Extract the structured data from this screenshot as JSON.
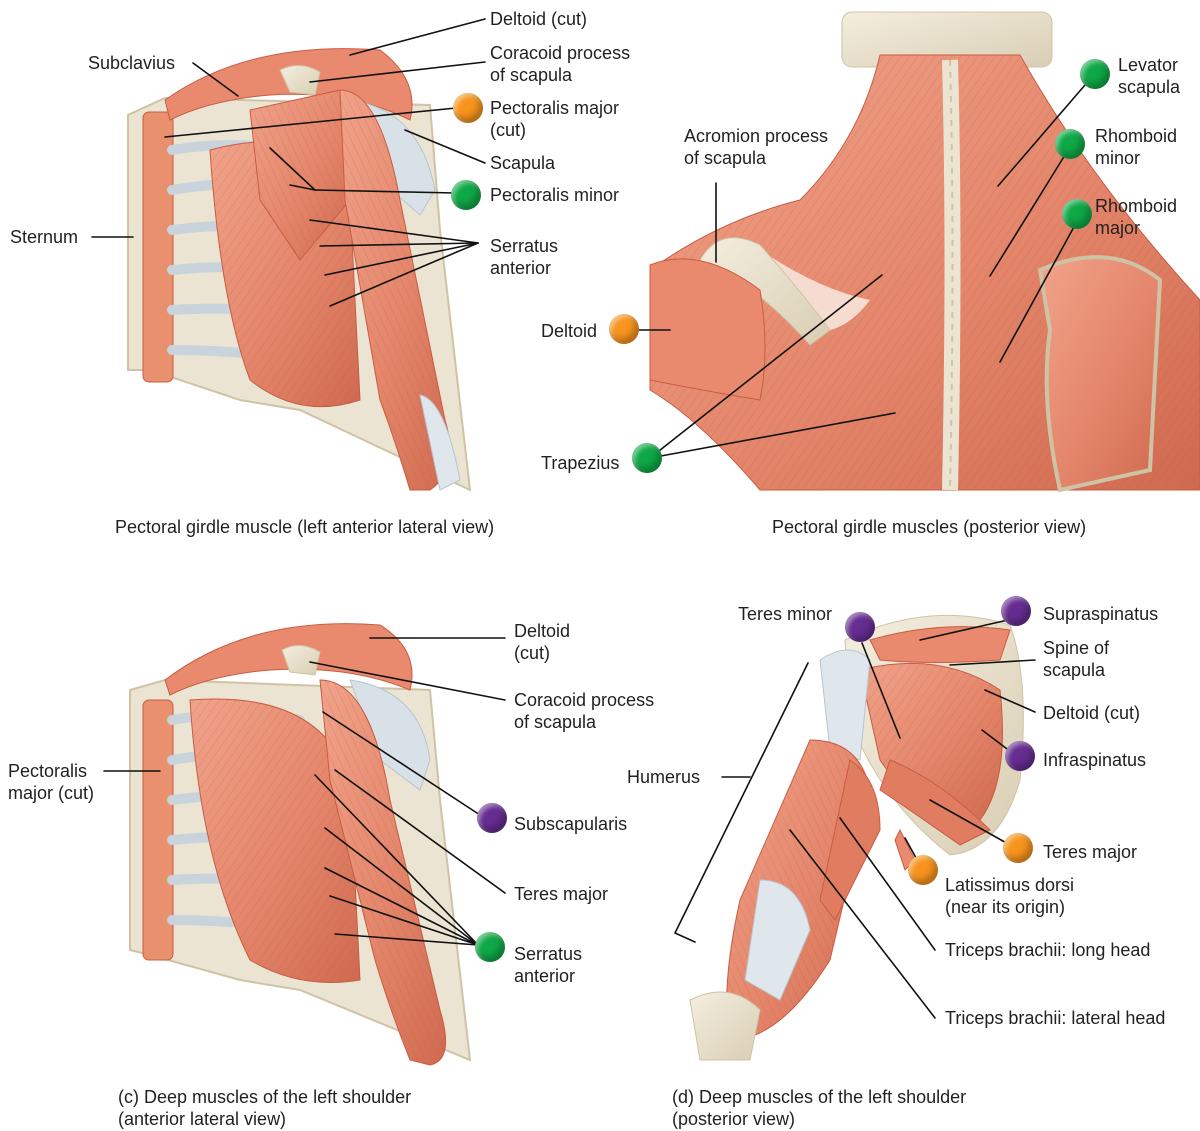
{
  "colors": {
    "muscle": "#e98a6e",
    "muscle_dark": "#c85c43",
    "bone": "#ece4d2",
    "bone_edge": "#cfc3a6",
    "tendon": "#dfe6ec",
    "leader_line": "#111111",
    "marker_green": "#0fa846",
    "marker_orange": "#f7941d",
    "marker_purple": "#662d91"
  },
  "panels": {
    "a": {
      "caption": "Pectoral girdle muscle (left anterior lateral view)",
      "labels": {
        "deltoid_cut": "Deltoid (cut)",
        "subclavius": "Subclavius",
        "coracoid": "Coracoid process\nof scapula",
        "pec_major_cut": "Pectoralis major\n(cut)",
        "scapula": "Scapula",
        "pec_minor": "Pectoralis minor",
        "sternum": "Sternum",
        "serratus": "Serratus\nanterior"
      }
    },
    "b": {
      "caption": "Pectoral girdle muscles (posterior view)",
      "labels": {
        "acromion": "Acromion process\nof scapula",
        "levator": "Levator\nscapula",
        "rhomboid_minor": "Rhomboid\nminor",
        "rhomboid_major": "Rhomboid\nmajor",
        "deltoid": "Deltoid",
        "trapezius": "Trapezius"
      }
    },
    "c": {
      "caption": "(c) Deep muscles of the left shoulder\n(anterior lateral view)",
      "labels": {
        "deltoid_cut": "Deltoid\n(cut)",
        "coracoid": "Coracoid process\nof scapula",
        "pec_major_cut": "Pectoralis\nmajor (cut)",
        "subscapularis": "Subscapularis",
        "teres_major": "Teres major",
        "serratus": "Serratus\nanterior"
      }
    },
    "d": {
      "caption": "(d) Deep muscles of the left shoulder\n(posterior view)",
      "labels": {
        "teres_minor": "Teres minor",
        "supraspinatus": "Supraspinatus",
        "spine": "Spine of\nscapula",
        "deltoid_cut": "Deltoid (cut)",
        "humerus": "Humerus",
        "infraspinatus": "Infraspinatus",
        "teres_major": "Teres major",
        "latissimus": "Latissimus dorsi\n(near its origin)",
        "triceps_long": "Triceps brachii: long head",
        "triceps_lateral": "Triceps brachii: lateral head"
      }
    }
  }
}
